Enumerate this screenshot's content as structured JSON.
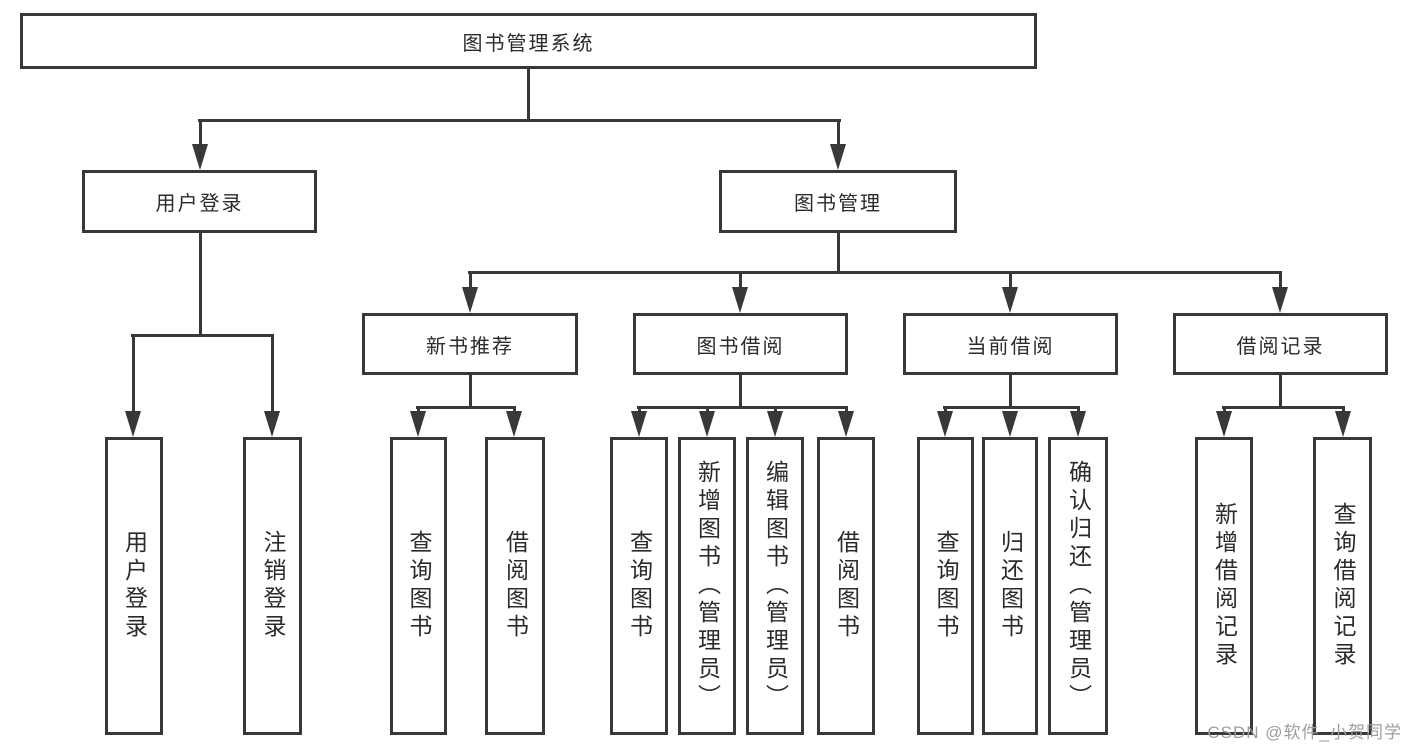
{
  "diagram": {
    "title": "图书管理系统",
    "level2": [
      "用户登录",
      "图书管理"
    ],
    "level3": [
      "新书推荐",
      "图书借阅",
      "当前借阅",
      "借阅记录"
    ],
    "level4": [
      "用户登录",
      "注销登录",
      "查询图书",
      "借阅图书",
      "查询图书",
      "新增图书（管理员）",
      "编辑图书（管理员）",
      "借阅图书",
      "查询图书",
      "归还图书",
      "确认归还（管理员）",
      "新增借阅记录",
      "查询借阅记录"
    ]
  },
  "watermark": "CSDN @软件_小贺同学",
  "colors": {
    "line": "#383838",
    "text": "#2b2b2b",
    "watermark": "#9d9d9d",
    "background": "#ffffff"
  }
}
